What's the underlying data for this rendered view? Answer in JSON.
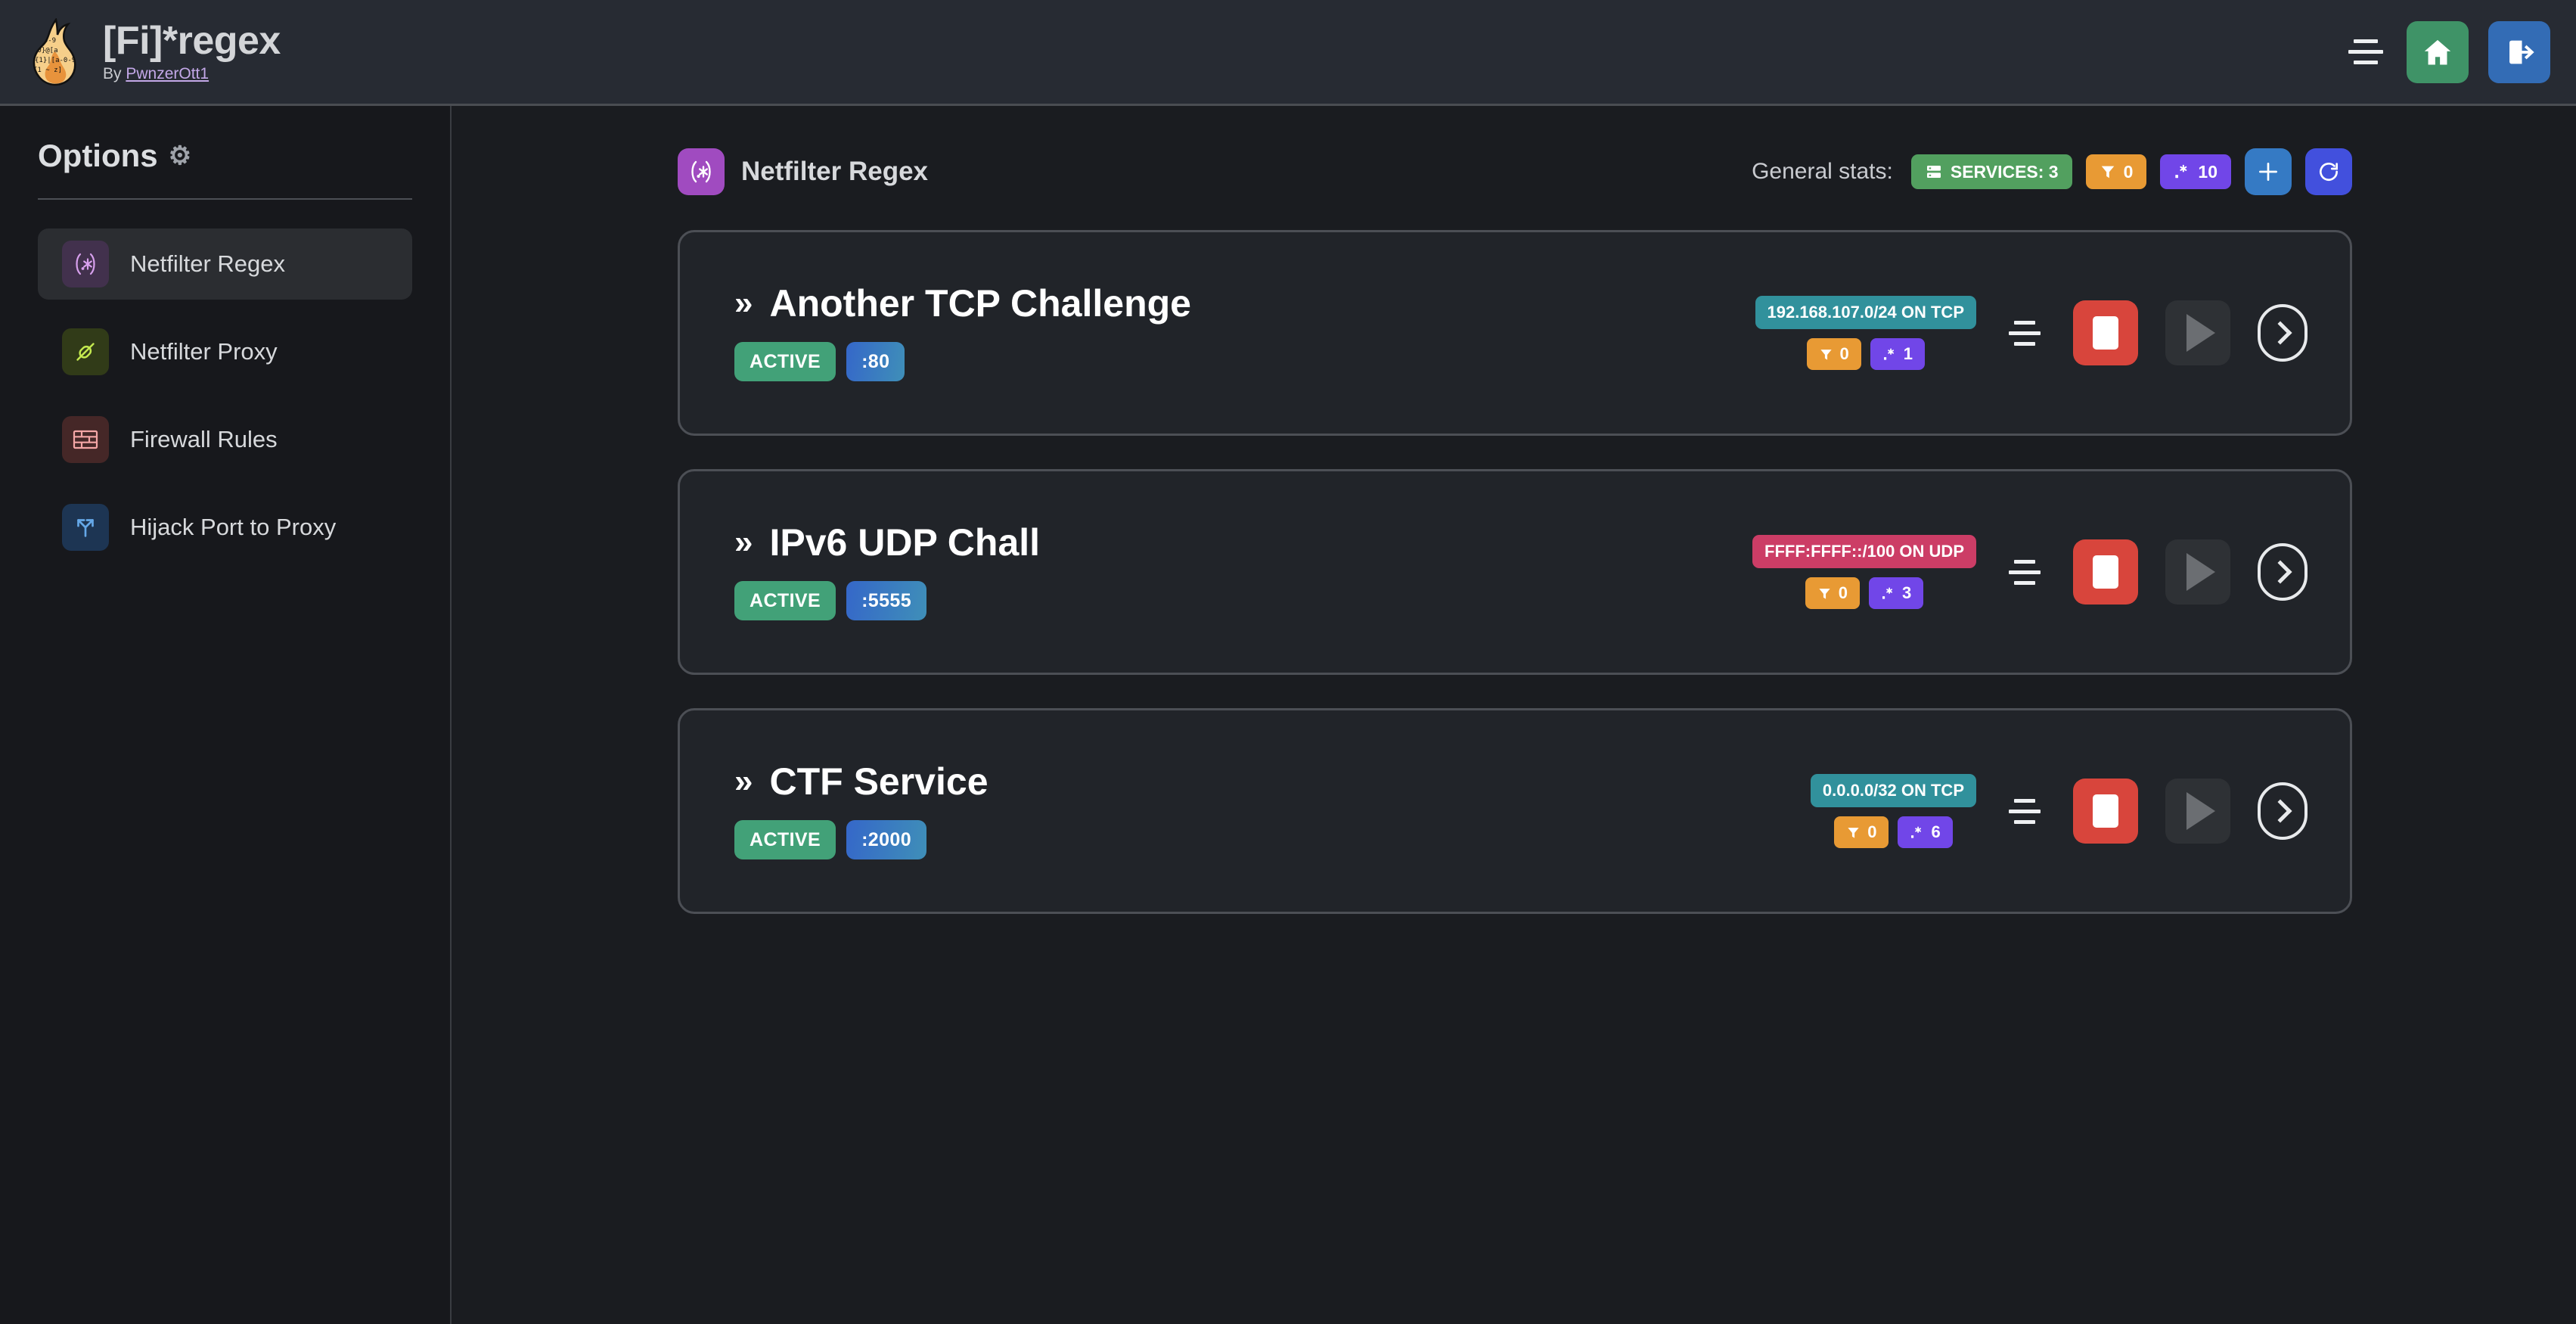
{
  "header": {
    "logo_icon": "flame-regex-logo",
    "title": "[Fi]*regex",
    "byline_prefix": "By ",
    "author": "PwnzerOtt1",
    "menu_icon": "hamburger-menu-icon",
    "home_icon": "home-icon",
    "logout_icon": "logout-icon",
    "colors": {
      "bar": "#272b33",
      "home_btn": "#3f9367",
      "logout_btn": "#336cb5"
    }
  },
  "sidebar": {
    "title": "Options",
    "gear_icon": "gear-icon",
    "items": [
      {
        "label": "Netfilter Regex",
        "icon": "regex-icon",
        "glyph": "(.*)",
        "active": true
      },
      {
        "label": "Netfilter Proxy",
        "icon": "plug-icon",
        "glyph": "☂",
        "active": false
      },
      {
        "label": "Firewall Rules",
        "icon": "brick-wall-icon",
        "glyph": "▦",
        "active": false
      },
      {
        "label": "Hijack Port to Proxy",
        "icon": "shuffle-arrows-icon",
        "glyph": "↱",
        "active": false
      }
    ]
  },
  "main": {
    "page_icon": "regex-icon",
    "page_icon_glyph": "(.*)",
    "page_title": "Netfilter Regex",
    "stats_label": "General stats:",
    "stats": [
      {
        "name": "services",
        "icon": "server-icon",
        "text": "SERVICES: 3",
        "color": "#52a05f"
      },
      {
        "name": "filters",
        "icon": "filter-icon",
        "text": "0",
        "color": "#e89a34"
      },
      {
        "name": "regexes",
        "icon": "regex-icon",
        "text": "10",
        "color": "#7146e8"
      }
    ],
    "add_button_icon": "plus-icon",
    "refresh_button_icon": "refresh-icon"
  },
  "services": [
    {
      "chevron": "»",
      "name": "Another TCP Challenge",
      "status": "ACTIVE",
      "port": ":80",
      "network": "192.168.107.0/24 ON TCP",
      "proto": "tcp",
      "filters": "0",
      "regexes": "1",
      "list_icon": "list-icon",
      "stop_icon": "stop-icon",
      "play_icon": "play-icon",
      "details_icon": "chevron-right-icon"
    },
    {
      "chevron": "»",
      "name": "IPv6 UDP Chall",
      "status": "ACTIVE",
      "port": ":5555",
      "network": "FFFF:FFFF::/100 ON UDP",
      "proto": "udp",
      "filters": "0",
      "regexes": "3",
      "list_icon": "list-icon",
      "stop_icon": "stop-icon",
      "play_icon": "play-icon",
      "details_icon": "chevron-right-icon"
    },
    {
      "chevron": "»",
      "name": "CTF Service",
      "status": "ACTIVE",
      "port": ":2000",
      "network": "0.0.0.0/32 ON TCP",
      "proto": "tcp",
      "filters": "0",
      "regexes": "6",
      "list_icon": "list-icon",
      "stop_icon": "stop-icon",
      "play_icon": "play-icon",
      "details_icon": "chevron-right-icon"
    }
  ]
}
